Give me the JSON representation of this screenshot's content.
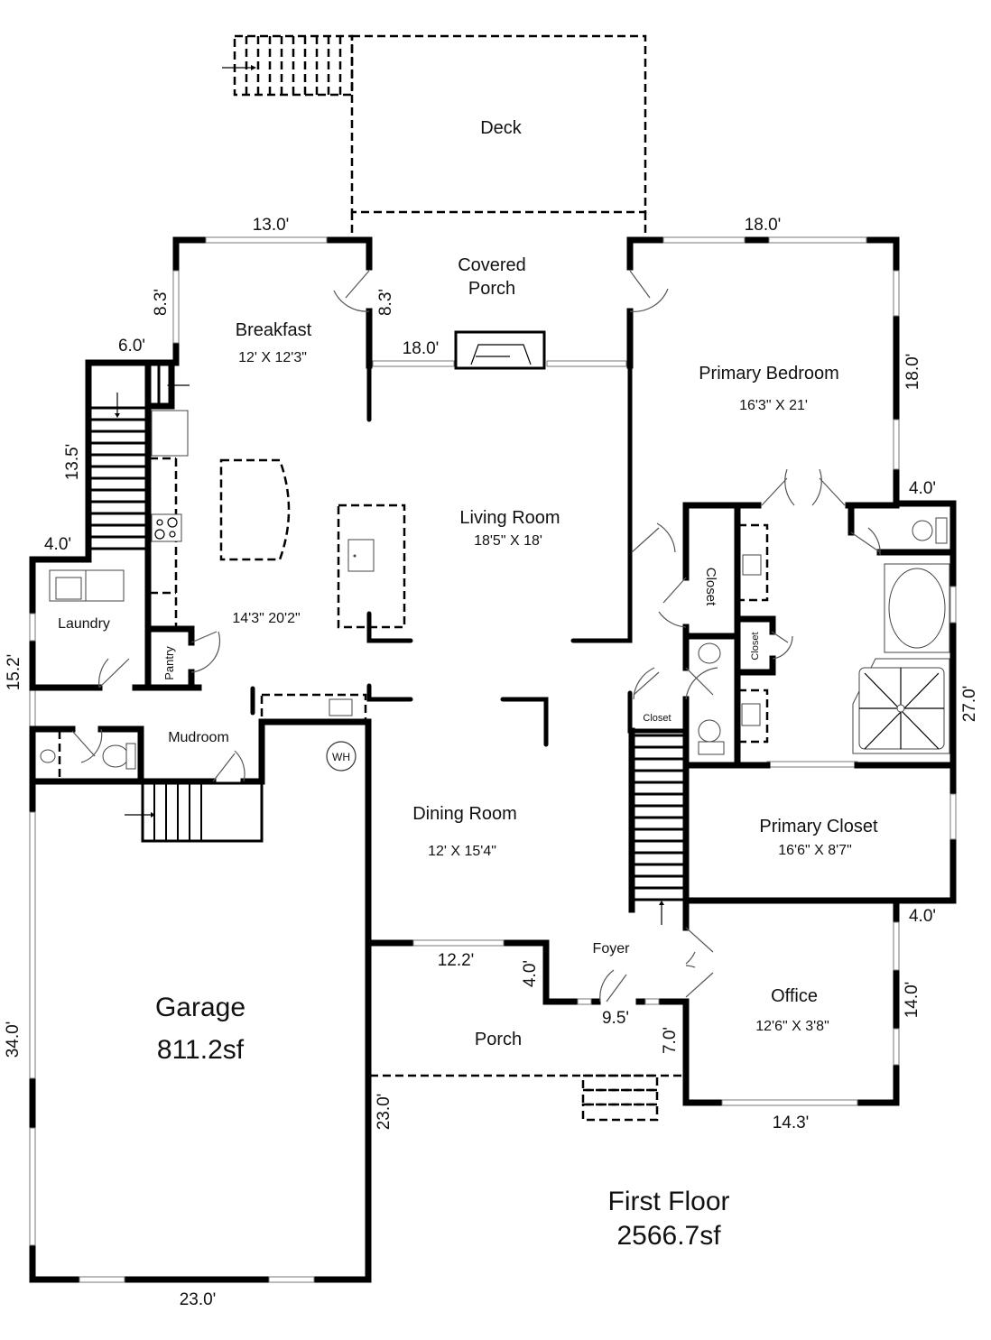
{
  "floor": {
    "title": "First Floor",
    "area": "2566.7sf"
  },
  "rooms": {
    "deck": {
      "name": "Deck"
    },
    "covered_porch": {
      "name_line1": "Covered",
      "name_line2": "Porch"
    },
    "breakfast": {
      "name": "Breakfast",
      "dims": "12' X 12'3\""
    },
    "kitchen": {
      "dims": "14'3\" 20'2\""
    },
    "living_room": {
      "name": "Living Room",
      "dims": "18'5\" X 18'"
    },
    "primary_bedroom": {
      "name": "Primary Bedroom",
      "dims": "16'3\" X 21'"
    },
    "laundry": {
      "name": "Laundry"
    },
    "pantry": {
      "name": "Pantry"
    },
    "mudroom": {
      "name": "Mudroom"
    },
    "closet_bath": {
      "name": "Closet"
    },
    "closet_small": {
      "name": "Closet"
    },
    "closet_hall": {
      "name": "Closet"
    },
    "dining_room": {
      "name": "Dining Room",
      "dims": "12' X 15'4\""
    },
    "primary_closet": {
      "name": "Primary Closet",
      "dims": "16'6\" X 8'7\""
    },
    "foyer": {
      "name": "Foyer"
    },
    "porch": {
      "name": "Porch"
    },
    "office": {
      "name": "Office",
      "dims": "12'6\" X 3'8\""
    },
    "garage": {
      "name": "Garage",
      "area": "811.2sf"
    }
  },
  "fixtures": {
    "water_heater": "WH"
  },
  "measurements": {
    "breakfast_top": "13.0'",
    "breakfast_left": "8.3'",
    "breakfast_right": "8.3'",
    "porch_window": "18.0'",
    "bedroom_top": "18.0'",
    "bedroom_right": "18.0'",
    "stair_top": "6.0'",
    "stair_left": "13.5'",
    "laundry_top": "4.0'",
    "laundry_left": "15.2'",
    "bath_top": "4.0'",
    "bath_right": "27.0'",
    "closet_right": "4.0'",
    "office_right": "14.0'",
    "office_bottom": "14.3'",
    "porch_top": "12.2'",
    "porch_step": "4.0'",
    "foyer_bottom": "9.5'",
    "porch_right": "7.0'",
    "garage_right": "23.0'",
    "garage_left": "34.0'",
    "garage_bottom": "23.0'"
  }
}
